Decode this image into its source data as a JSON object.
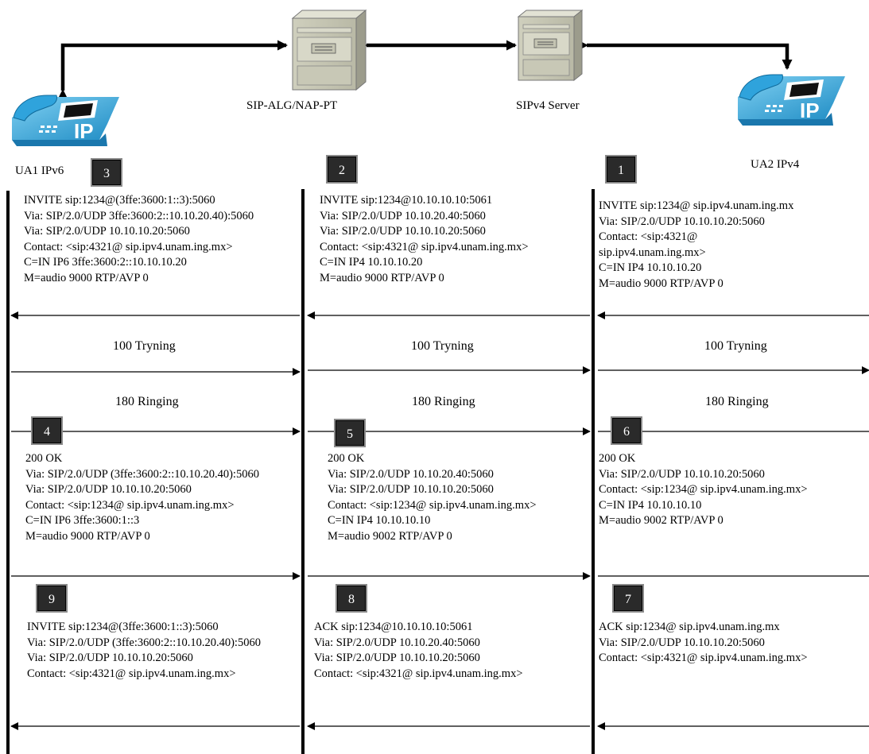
{
  "nodes": {
    "ua1": "UA1 IPv6",
    "alg": "SIP-ALG/NAP-PT",
    "server": "SIPv4 Server",
    "ua2": "UA2 IPv4",
    "phone_text": "IP"
  },
  "responses": {
    "trying": "100 Tryning",
    "ringing": "180 Ringing"
  },
  "steps": {
    "s1": {
      "num": "1",
      "lines": [
        "INVITE sip:1234@ sip.ipv4.unam.ing.mx",
        "Via: SIP/2.0/UDP  10.10.10.20:5060",
        "Contact: <sip:4321@",
        "sip.ipv4.unam.ing.mx>",
        "C=IN IP4 10.10.10.20",
        "M=audio 9000 RTP/AVP 0"
      ]
    },
    "s2": {
      "num": "2",
      "lines": [
        "INVITE sip:1234@10.10.10.10:5061",
        "Via: SIP/2.0/UDP  10.10.20.40:5060",
        "Via: SIP/2.0/UDP  10.10.10.20:5060",
        "Contact: <sip:4321@ sip.ipv4.unam.ing.mx>",
        "C=IN IP4 10.10.10.20",
        "M=audio 9000 RTP/AVP 0"
      ]
    },
    "s3": {
      "num": "3",
      "lines": [
        "INVITE sip:1234@(3ffe:3600:1::3):5060",
        "Via: SIP/2.0/UDP 3ffe:3600:2::10.10.20.40):5060",
        "Via: SIP/2.0/UDP  10.10.10.20:5060",
        "Contact: <sip:4321@ sip.ipv4.unam.ing.mx>",
        "C=IN IP6 3ffe:3600:2::10.10.10.20",
        "M=audio 9000 RTP/AVP 0"
      ]
    },
    "s4": {
      "num": "4",
      "lines": [
        "200 OK",
        "Via: SIP/2.0/UDP (3ffe:3600:2::10.10.20.40):5060",
        "Via: SIP/2.0/UDP  10.10.10.20:5060",
        "Contact: <sip:1234@ sip.ipv4.unam.ing.mx>",
        "C=IN IP6 3ffe:3600:1::3",
        "M=audio 9000 RTP/AVP 0"
      ]
    },
    "s5": {
      "num": "5",
      "lines": [
        "200 OK",
        "Via: SIP/2.0/UDP  10.10.20.40:5060",
        "Via: SIP/2.0/UDP  10.10.10.20:5060",
        "Contact: <sip:1234@ sip.ipv4.unam.ing.mx>",
        "C=IN IP4 10.10.10.10",
        "M=audio 9002 RTP/AVP 0"
      ]
    },
    "s6": {
      "num": "6",
      "lines": [
        "200 OK",
        "Via: SIP/2.0/UDP  10.10.10.20:5060",
        "Contact: <sip:1234@ sip.ipv4.unam.ing.mx>",
        "C=IN IP4 10.10.10.10",
        "M=audio 9002 RTP/AVP 0"
      ]
    },
    "s7": {
      "num": "7",
      "lines": [
        "ACK sip:1234@ sip.ipv4.unam.ing.mx",
        "Via: SIP/2.0/UDP  10.10.10.20:5060",
        "Contact: <sip:4321@ sip.ipv4.unam.ing.mx>"
      ]
    },
    "s8": {
      "num": "8",
      "lines": [
        "ACK sip:1234@10.10.10.10:5061",
        "Via: SIP/2.0/UDP  10.10.20.40:5060",
        "Via: SIP/2.0/UDP  10.10.10.20:5060",
        "Contact: <sip:4321@ sip.ipv4.unam.ing.mx>"
      ]
    },
    "s9": {
      "num": "9",
      "lines": [
        "INVITE sip:1234@(3ffe:3600:1::3):5060",
        "Via: SIP/2.0/UDP (3ffe:3600:2::10.10.20.40):5060",
        "Via: SIP/2.0/UDP  10.10.10.20:5060",
        "Contact: <sip:4321@ sip.ipv4.unam.ing.mx>"
      ]
    }
  }
}
